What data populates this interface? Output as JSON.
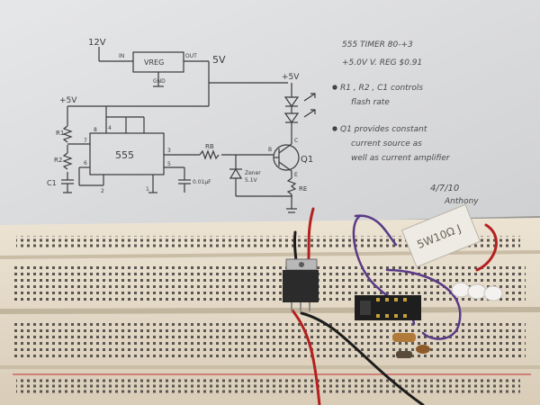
{
  "schematic": {
    "supply_in": "12V",
    "reg_in": "IN",
    "reg_name": "VREG",
    "reg_out": "OUT",
    "reg_gnd": "GND",
    "reg_out_v": "5V",
    "led_supply": "+5V",
    "rail_5v": "+5V",
    "r1": "R1",
    "r2": "R2",
    "c1": "C1",
    "ic_name": "555",
    "pin8": "8",
    "pin4": "4",
    "pin7": "7",
    "pin6": "6",
    "pin2": "2",
    "pin1": "1",
    "pin3": "3",
    "pin5": "5",
    "rb": "RB",
    "cap_label": "0.01µF",
    "zener_a": "Zener",
    "zener_b": "5.1V",
    "transistor": "Q1",
    "t_b": "B",
    "t_c": "C",
    "t_e": "E",
    "re": "RE"
  },
  "notes": {
    "line1": "555 TIMER   80-+3",
    "line2": "+5.0V V. REG $0.91",
    "bullet1a": "R1 , R2 , C1 controls",
    "bullet1b": "flash rate",
    "bullet2a": "Q1 provides constant",
    "bullet2b": "current source as",
    "bullet2c": "well as current amplifier",
    "date": "4/7/10",
    "author": "Anthony"
  },
  "resistor_print": "5W10Ω J"
}
